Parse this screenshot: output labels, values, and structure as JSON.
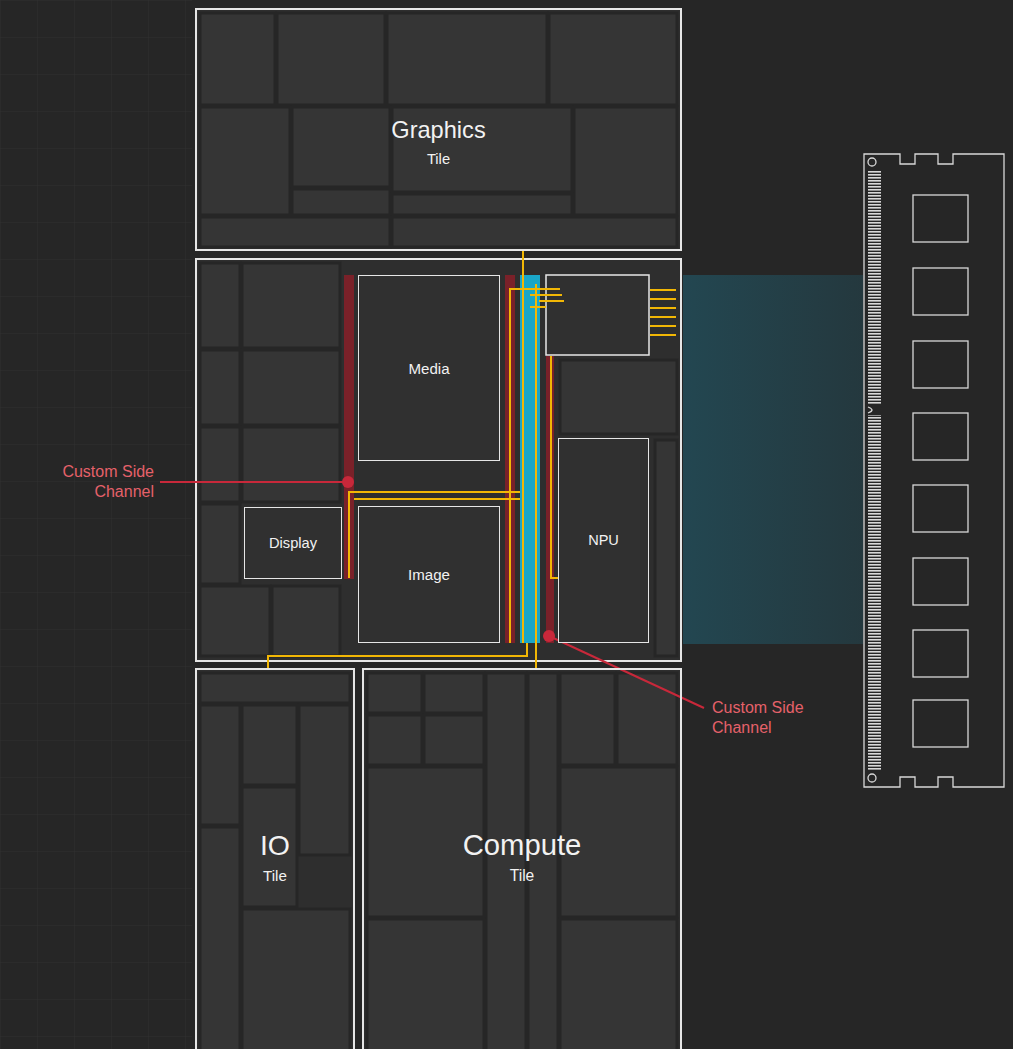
{
  "diagram": {
    "nodes": [
      {
        "text": [
          "Graphics",
          "Tile"
        ]
      },
      {
        "text": [
          "Media"
        ]
      },
      {
        "text": [
          "Display"
        ]
      },
      {
        "text": [
          "Image"
        ]
      },
      {
        "text": [
          "NPU"
        ]
      },
      {
        "text": [
          "IO",
          "Tile"
        ]
      },
      {
        "text": [
          "Compute",
          "Tile"
        ]
      }
    ],
    "labels": [
      "Custom Side Channel",
      "Custom Side Channel"
    ]
  }
}
